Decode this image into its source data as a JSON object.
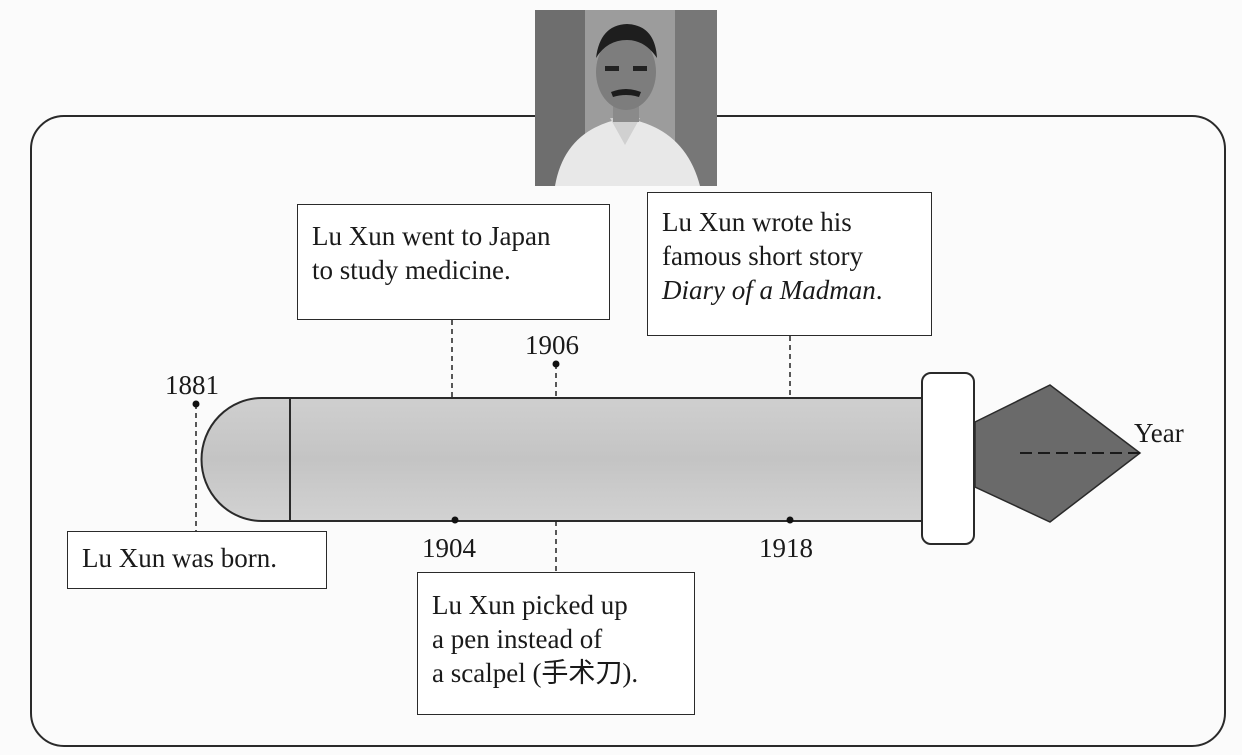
{
  "axis_label": "Year",
  "years": {
    "y1881": "1881",
    "y1904": "1904",
    "y1906": "1906",
    "y1918": "1918"
  },
  "events": {
    "born": {
      "line1": "Lu Xun was born."
    },
    "japan": {
      "line1": "Lu Xun went to Japan",
      "line2": "to study medicine."
    },
    "pen": {
      "line1": "Lu Xun picked up",
      "line2": "a pen instead of",
      "line3": "a scalpel (手术刀)."
    },
    "diary": {
      "line1": "Lu Xun wrote his",
      "line2": "famous short story",
      "title": "Diary of a Madman",
      "suffix": "."
    }
  },
  "portrait": {
    "subject": "photo of Lu Xun"
  }
}
